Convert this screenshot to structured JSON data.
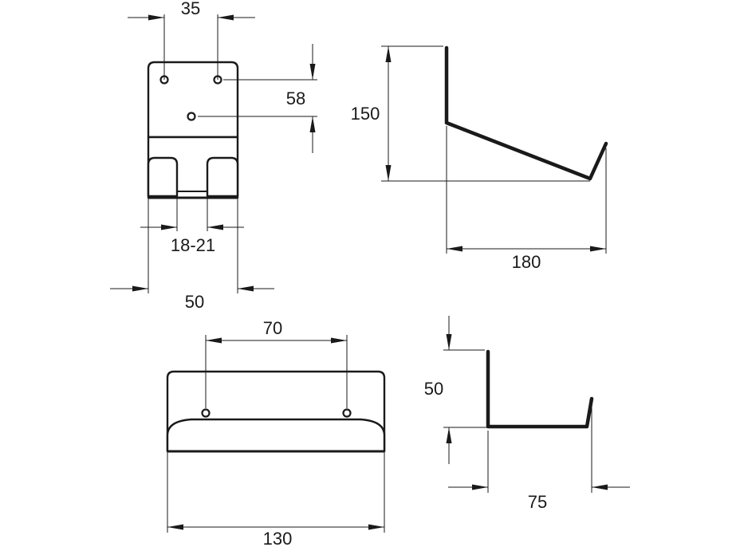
{
  "views": {
    "front": {
      "dim_hole_spacing": "35",
      "dim_hole_vertical": "58",
      "dim_slot_width": "18-21",
      "dim_width": "50"
    },
    "side": {
      "dim_height": "150",
      "dim_depth": "180"
    },
    "top": {
      "dim_hole_spacing": "70",
      "dim_length": "130"
    },
    "small_side": {
      "dim_height": "50",
      "dim_depth": "75"
    }
  }
}
